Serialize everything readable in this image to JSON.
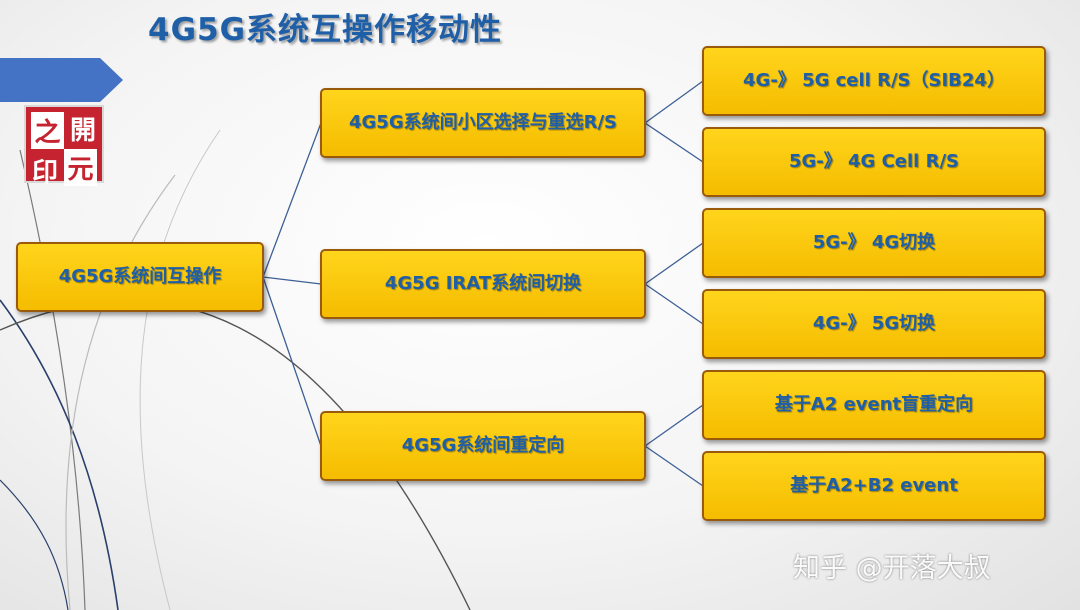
{
  "title": "4G5G系统互操作移动性",
  "logo": {
    "chars": [
      "之",
      "開",
      "印",
      "元"
    ]
  },
  "nodes": {
    "root": "4G5G系统间互操作",
    "reselection": "4G5G系统间小区选择与重选R/S",
    "irat": "4G5G IRAT系统间切换",
    "redirection": "4G5G系统间重定向",
    "leaf_4g_5g_rs": "4G-》 5G cell R/S（SIB24）",
    "leaf_5g_4g_rs": "5G-》 4G Cell R/S",
    "leaf_5g_4g_ho": "5G-》 4G切换",
    "leaf_4g_5g_ho": "4G-》 5G切换",
    "leaf_a2": "基于A2 event盲重定向",
    "leaf_a2b2": "基于A2+B2 event"
  },
  "watermark": "知乎 @开落大叔",
  "colors": {
    "box_fill": "#f9c80e",
    "box_border": "#9a5a0c",
    "text": "#1f5fa8",
    "connector": "#3d5f96",
    "accent_tab": "#4472c4"
  }
}
